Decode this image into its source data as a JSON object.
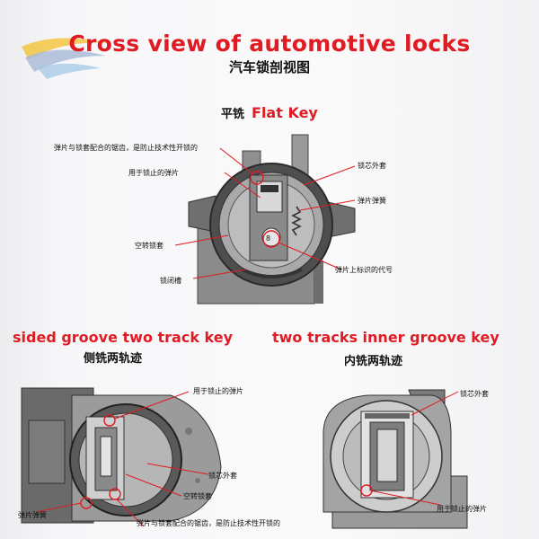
{
  "title": {
    "english": "Cross view of automotive locks",
    "chinese": "汽车锁剖视图"
  },
  "sections": {
    "flat_key": {
      "chinese": "平铣",
      "english": "Flat Key",
      "labels": {
        "serration": "弹片与锁套配合的锯齿，是防止技术性开锁的",
        "wafer_lock": "用于锁止的弹片",
        "shell": "锁芯外套",
        "spring": "弹片弹簧",
        "idle_sleeve": "空转锁套",
        "wafer_code": "弹片上标识的代号",
        "locking_groove": "锁闭槽"
      }
    },
    "sided_groove": {
      "english": "sided groove two track key",
      "chinese": "侧铣两轨迹",
      "labels": {
        "wafer_lock": "用于锁止的弹片",
        "shell": "锁芯外套",
        "idle_sleeve": "空转锁套",
        "spring": "弹片弹簧",
        "serration": "弹片与锁套配合的锯齿，是防止技术性开锁的"
      }
    },
    "inner_groove": {
      "english": "two tracks inner groove key",
      "chinese": "内铣两轨迹",
      "labels": {
        "shell": "锁芯外套",
        "wafer_lock": "用于锁止的弹片"
      }
    }
  }
}
